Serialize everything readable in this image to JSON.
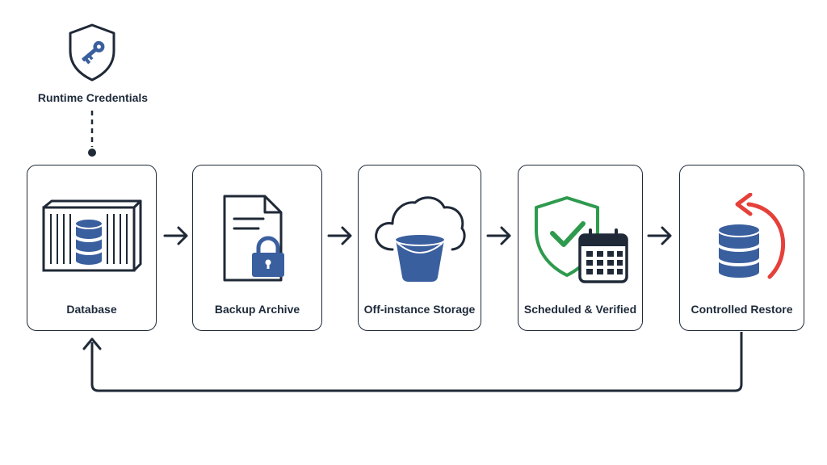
{
  "credentials": {
    "label": "Runtime Credentials",
    "icon": "shield-key-icon"
  },
  "steps": [
    {
      "label": "Database",
      "icon": "server-database-icon"
    },
    {
      "label": "Backup Archive",
      "icon": "locked-document-icon"
    },
    {
      "label": "Off-instance Storage",
      "icon": "cloud-bucket-icon"
    },
    {
      "label": "Scheduled & Verified",
      "icon": "shield-check-calendar-icon"
    },
    {
      "label": "Controlled Restore",
      "icon": "database-restore-icon"
    }
  ],
  "colors": {
    "blue": "#3a5f9e",
    "outline": "#1f2937",
    "green": "#2e9a4e",
    "red": "#e5403a"
  }
}
